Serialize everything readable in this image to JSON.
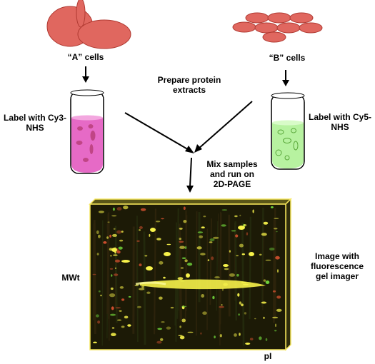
{
  "labels": {
    "cells_a": "“A” cells",
    "cells_b": "“B” cells",
    "prepare_line1": "Prepare protein",
    "prepare_line2": "extracts",
    "label_cy3_line1": "Label with Cy3-",
    "label_cy3_line2": "NHS",
    "label_cy5_line1": "Label with Cy5-",
    "label_cy5_line2": "NHS",
    "mix_line1": "Mix samples",
    "mix_line2": "and run on",
    "mix_line3": "2D-PAGE",
    "image_line1": "Image with",
    "image_line2": "fluorescence",
    "image_line3": "gel imager",
    "mwt": "MWt",
    "pi": "pI"
  },
  "colors": {
    "cell_fill": "#e0675f",
    "cell_stroke": "#b03a32",
    "tube_a_liquid": "#e66ac6",
    "tube_a_particle": "#c04585",
    "tube_b_liquid": "#b7f2a0",
    "tube_b_particle": "#7fcf5a",
    "gel_background": "#1c1a06",
    "gel_frame": "#f5e65a",
    "spot_yellow": "#f7f24a",
    "spot_red": "#d2502e",
    "spot_green": "#6fd13a"
  }
}
